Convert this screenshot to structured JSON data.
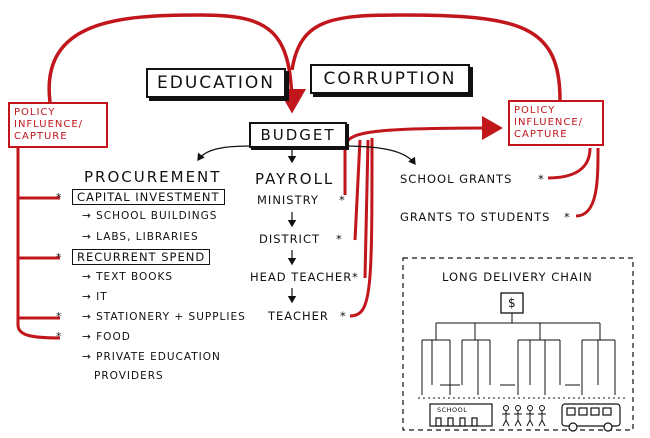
{
  "titles": {
    "left": "EDUCATION",
    "right": "CORRUPTION"
  },
  "capture_left": "POLICY INFLUENCE/ CAPTURE",
  "capture_right": "POLICY INFLUENCE/ CAPTURE",
  "budget": "BUDGET",
  "procurement": {
    "heading": "PROCUREMENT",
    "capital": "CAPITAL INVESTMENT",
    "capital_items": [
      "SCHOOL BUILDINGS",
      "LABS, LIBRARIES"
    ],
    "recurrent": "RECURRENT SPEND",
    "recurrent_items": [
      "TEXT BOOKS",
      "IT",
      "STATIONERY + SUPPLIES",
      "FOOD",
      "PRIVATE EDUCATION",
      "PROVIDERS"
    ]
  },
  "payroll": {
    "heading": "PAYROLL",
    "levels": [
      "MINISTRY",
      "DISTRICT",
      "HEAD TEACHER",
      "TEACHER"
    ]
  },
  "grants": [
    "SCHOOL GRANTS",
    "GRANTS TO STUDENTS"
  ],
  "delivery": {
    "title": "LONG DELIVERY CHAIN",
    "money_symbol": "$",
    "school_label": "SCHOOL"
  },
  "star": "*",
  "colors": {
    "ink": "#111111",
    "accent_red": "#c0161c",
    "background": "#ffffff"
  }
}
